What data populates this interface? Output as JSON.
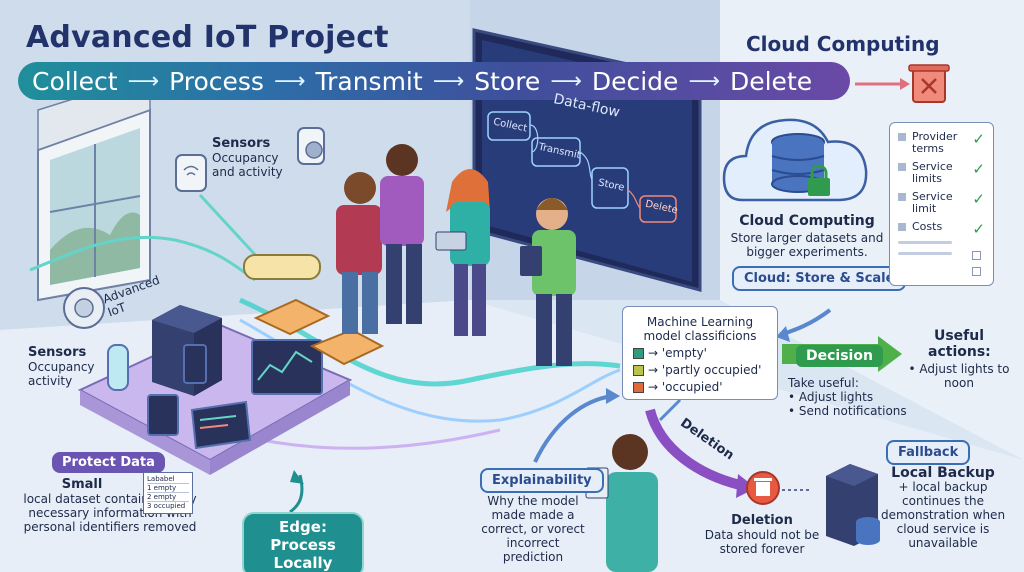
{
  "title": "Advanced IoT Project",
  "pipeline": [
    "Collect",
    "Process",
    "Transmit",
    "Store",
    "Decide",
    "Delete"
  ],
  "cloud_heading": "Cloud Computing",
  "board": {
    "title": "Data-flow",
    "steps": [
      "Collect",
      "Transmit",
      "Store",
      "Delete"
    ]
  },
  "sensors_top": {
    "title": "Sensors",
    "text": "Occupancy and activity"
  },
  "sensors_left": {
    "title": "Sensors",
    "text": "Occupancy activity"
  },
  "advanced_iot": "Advanced IoT",
  "protect_data": "Protect Data",
  "small_dataset": {
    "title": "Small",
    "text": "local dataset containers only necessary information with personal identifiers removed"
  },
  "dataset_table": {
    "header": "Lababel",
    "rows": [
      "1 empty",
      "2 empty",
      "3 occupied"
    ]
  },
  "edge": "Edge: Process Locally",
  "cloud_computing": {
    "title": "Cloud Computing",
    "text": "Store larger datasets and bigger experiments.",
    "badge": "Cloud: Store & Scale"
  },
  "checklist": {
    "items": [
      "Provider terms",
      "Service limits",
      "Service limit",
      "Costs"
    ]
  },
  "ml_card": {
    "title": "Machine Learning model classificions",
    "classes": [
      {
        "label": "→ 'empty'",
        "color": "#2f9b7f"
      },
      {
        "label": "→ 'partly occupied'",
        "color": "#b8c44a"
      },
      {
        "label": "→ 'occupied'",
        "color": "#e06a3b"
      }
    ]
  },
  "decision": {
    "label": "Decision",
    "take_title": "Take useful:",
    "take_items": [
      "• Adjust lights",
      "• Send notifications"
    ]
  },
  "useful_actions": {
    "title": "Useful actions:",
    "item": "• Adjust lights to noon"
  },
  "explainability": {
    "label": "Explainability",
    "text": "Why the model made made a correct, or vorect incorrect prediction"
  },
  "deletion_arrow": "Deletion",
  "deletion": {
    "title": "Deletion",
    "text": "Data should not be stored forever"
  },
  "fallback": {
    "label": "Fallback",
    "title": "Local Backup",
    "text": "+ local backup continues the demonstration when cloud service is unavailable"
  },
  "colors": {
    "title": "#22336b",
    "teal": "#1f8f9a",
    "purple": "#6a55b3",
    "blue": "#3a6fb3",
    "green": "#2f9b4f",
    "red": "#e04a3b"
  }
}
